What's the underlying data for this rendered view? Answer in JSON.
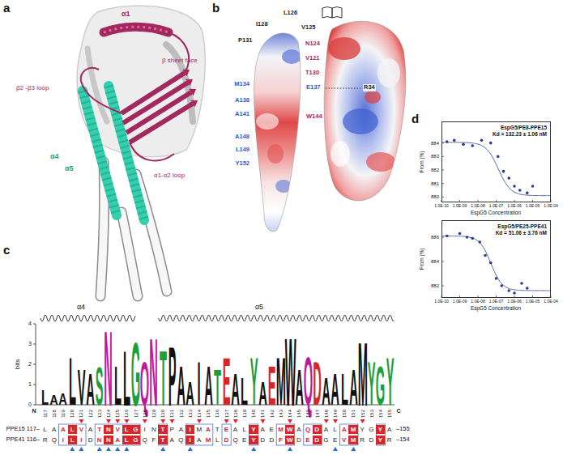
{
  "diagram": {
    "nodes": [
      {
        "text": [
          "EspG5/PE8-PPE15",
          "Kd = 132.23 ± 1.06 nM"
        ]
      },
      {
        "text": [
          "EspG5/PE25-PPE41",
          "Kd = 51.06 ± 3.76 nM"
        ]
      }
    ],
    "labels": [
      "a",
      "α1",
      "β sheet face",
      "β2 -β3 loop",
      "α4",
      "α5",
      "α1-α2 loop",
      "b",
      "L126",
      "I128",
      "V125",
      "P131",
      "N124",
      "V121",
      "T130",
      "M134",
      "E137",
      "R34",
      "A138",
      "A141",
      "W144",
      "A148",
      "L149",
      "Y152",
      "c",
      "α4",
      "α5",
      "bits",
      "4",
      "3",
      "2",
      "1",
      "0",
      "LAALVASNLLGQNTPAAIATEALYAEMWAQDAALAMYGY",
      "N",
      "117",
      "118",
      "119",
      "120",
      "121",
      "122",
      "123",
      "124",
      "125",
      "126",
      "127",
      "128",
      "129",
      "130",
      "131",
      "132",
      "133",
      "134",
      "135",
      "136",
      "137",
      "138",
      "139",
      "140",
      "141",
      "142",
      "143",
      "144",
      "145",
      "146",
      "147",
      "148",
      "149",
      "150",
      "151",
      "152",
      "153",
      "154",
      "155",
      "C",
      "PPE15 117–",
      "LAALVATNVLGINTPAIMATEALYAEMWAQDALAMYGYA",
      "–155",
      "PPE41 116–",
      "RQILIDNNALGQFTAQIAMLDQEYDDFWDEDGEVMRDYR",
      "–154",
      "d",
      "From (%)",
      "884",
      "883",
      "882",
      "881",
      "880",
      "1.0E-10",
      "1.0E-09",
      "1.0E-08",
      "1.0E-07",
      "1.0E-06",
      "1.0E-05",
      "1.0E-04",
      "EspG5 Concentration",
      "From (%)",
      "886",
      "884",
      "882",
      "1.0E-10",
      "1.0E-09",
      "1.0E-08",
      "1.0E-07",
      "1.0E-06",
      "1.0E-05",
      "1.0E-04",
      "EspG5 Concentration"
    ]
  }
}
